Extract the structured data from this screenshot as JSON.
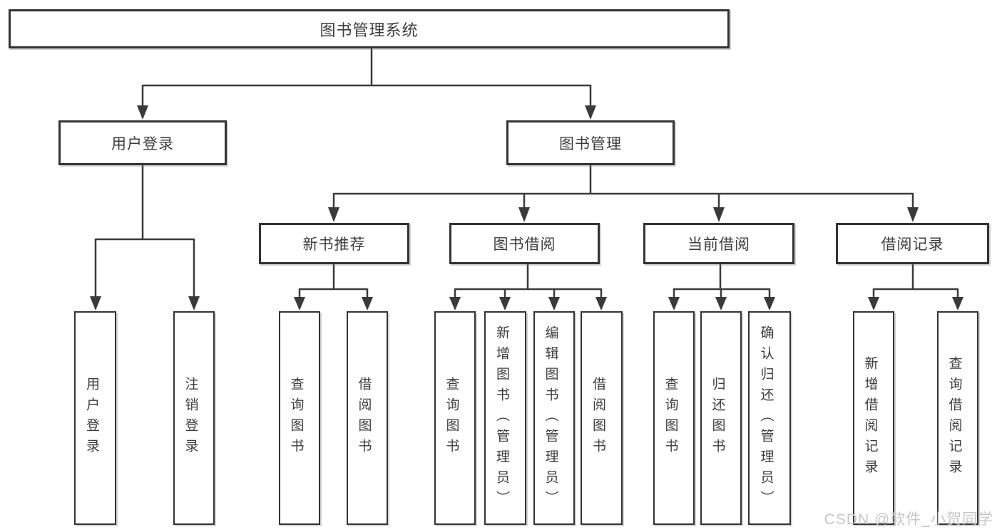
{
  "diagram": {
    "title": "图书管理系统",
    "level2": {
      "user_login": "用户登录",
      "book_management": "图书管理"
    },
    "level3": {
      "new_book_recommend": "新书推荐",
      "book_borrow": "图书借阅",
      "current_borrow": "当前借阅",
      "borrow_records": "借阅记录"
    },
    "leaves": {
      "user_login": "用户登录",
      "logout": "注销登录",
      "recommend_query_book": "查询图书",
      "recommend_borrow_book": "借阅图书",
      "borrow_query_book": "查询图书",
      "borrow_add_book": "新增图书（管理员）",
      "borrow_edit_book": "编辑图书（管理员）",
      "borrow_borrow_book": "借阅图书",
      "current_query_book": "查询图书",
      "current_return_book": "归还图书",
      "current_confirm_return": "确认归还（管理员）",
      "records_add_record": "新增借阅记录",
      "records_query_record": "查询借阅记录"
    }
  },
  "colors": {
    "background": "#ffffff",
    "box_border": "#333333",
    "connector_line": "#3a3a3a",
    "text": "#3d3d3d",
    "watermark_text": "#c6c6c6"
  },
  "watermark": "CSDN @软件_小贺同学"
}
